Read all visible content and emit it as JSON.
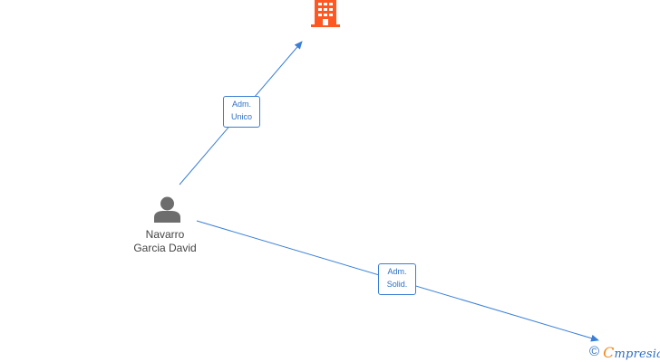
{
  "person": {
    "icon": "person-icon",
    "name_line1": "Navarro",
    "name_line2": "Garcia David"
  },
  "company": {
    "icon": "building-icon",
    "color": "#ff5722"
  },
  "relations": [
    {
      "line1": "Adm.",
      "line2": "Unico"
    },
    {
      "line1": "Adm.",
      "line2": "Solid."
    }
  ],
  "brand": {
    "copyright": "©",
    "first_letter": "C",
    "rest": "mpresia"
  },
  "colors": {
    "edge": "#3a7fd5",
    "person_icon": "#6d6d6d",
    "label_text": "#444444"
  }
}
